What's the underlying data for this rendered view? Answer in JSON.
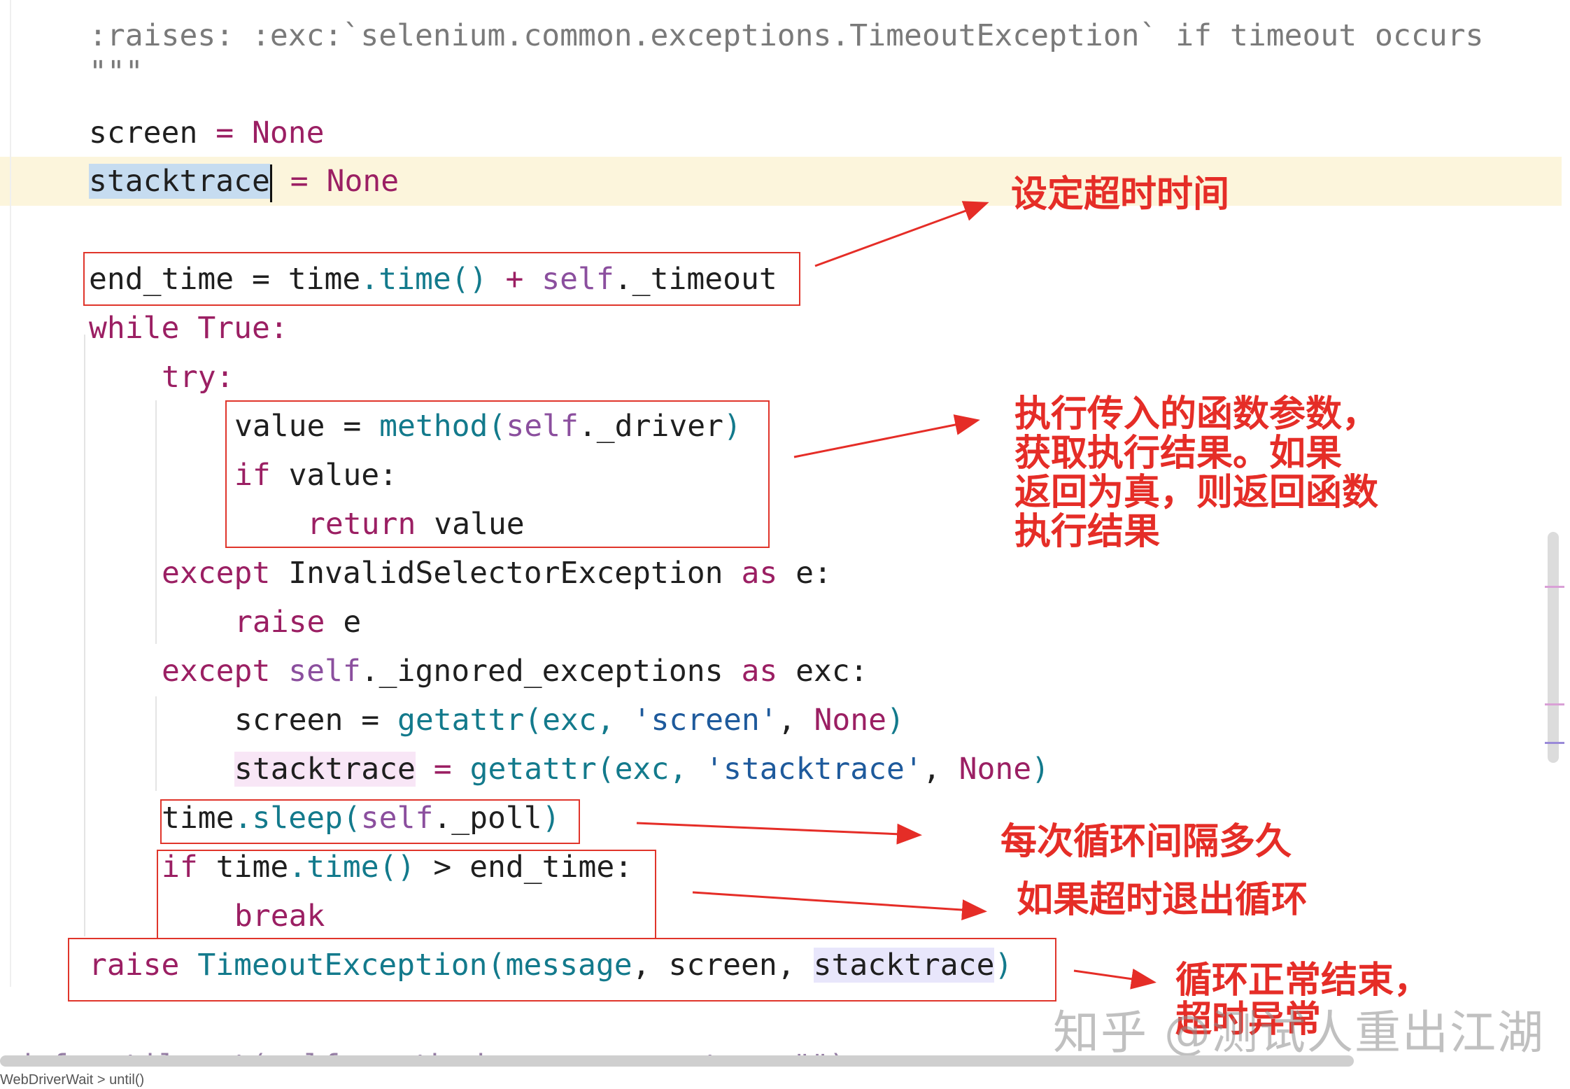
{
  "code": {
    "docstring_raises": ":raises: :exc:`selenium.common.exceptions.TimeoutException` if timeout occurs",
    "docstring_end": "\"\"\"",
    "l_screen": {
      "name": "screen",
      "eq": " = ",
      "val": "None"
    },
    "l_stacktrace": {
      "name": "stacktrace",
      "eq": " = ",
      "val": "None"
    },
    "l_end_time": {
      "a": "end_time = time",
      "dot": ".",
      "fn": "time",
      "paren": "()",
      "plus": " + ",
      "self": "self",
      "rest": "._timeout"
    },
    "l_while": {
      "kw": "while True",
      "colon": ":"
    },
    "l_try": {
      "kw": "try",
      "colon": ":"
    },
    "l_value": {
      "a": "value = ",
      "fn": "method",
      "p1": "(",
      "self": "self",
      "rest": "._driver",
      "p2": ")"
    },
    "l_if_value": {
      "kw": "if",
      "rest": " value:"
    },
    "l_return": {
      "kw": "return",
      "rest": " value"
    },
    "l_except1": {
      "kw": "except",
      "cls": " InvalidSelectorException ",
      "as": "as",
      "rest": " e:"
    },
    "l_raise_e": {
      "kw": "raise",
      "rest": " e"
    },
    "l_except2": {
      "kw": "except ",
      "self": "self",
      "rest": "._ignored_exceptions ",
      "as": "as",
      "rest2": " exc:"
    },
    "l_getattr1": {
      "a": "screen = ",
      "fn": "getattr",
      "p1": "(exc, ",
      "str": "'screen'",
      "c": ", ",
      "none": "None",
      "p2": ")"
    },
    "l_getattr2": {
      "a": "stacktrace",
      "eq": " = ",
      "fn": "getattr",
      "p1": "(exc, ",
      "str": "'stacktrace'",
      "c": ", ",
      "none": "None",
      "p2": ")"
    },
    "l_sleep": {
      "a": "time",
      "dot": ".",
      "fn": "sleep",
      "p1": "(",
      "self": "self",
      "rest": "._poll",
      "p2": ")"
    },
    "l_if_time": {
      "kw": "if",
      "a": " time",
      "dot": ".",
      "fn": "time",
      "paren": "()",
      "rest": " > end_time:"
    },
    "l_break": {
      "kw": "break"
    },
    "l_raise": {
      "kw": "raise ",
      "fn": "TimeoutException",
      "p1": "(",
      "msg": "message",
      "c1": ", ",
      "scr": "screen",
      "c2": ", ",
      "st": "stacktrace",
      "p2": ")"
    },
    "l_cut": "def until_not(self, method, message: str = \"\")"
  },
  "annotations": {
    "set_timeout": "设定超时时间",
    "exec_method": "执行传入的函数参数，\n获取执行结果。如果\n返回为真，则返回函数\n执行结果",
    "poll_interval": "每次循环间隔多久",
    "timeout_break": "如果超时退出循环",
    "loop_end": "循环正常结束，\n超时异常"
  },
  "watermark": "知乎 @测试人重出江湖",
  "breadcrumb": "WebDriverWait  >  until()",
  "colors": {
    "keyword": "#9b1f63",
    "function": "#137a8c",
    "self": "#8b4f9e",
    "string": "#1e5a9c",
    "annotation": "#e52d27",
    "current_line": "#fcf5dc",
    "selection": "#c6dcf0"
  }
}
